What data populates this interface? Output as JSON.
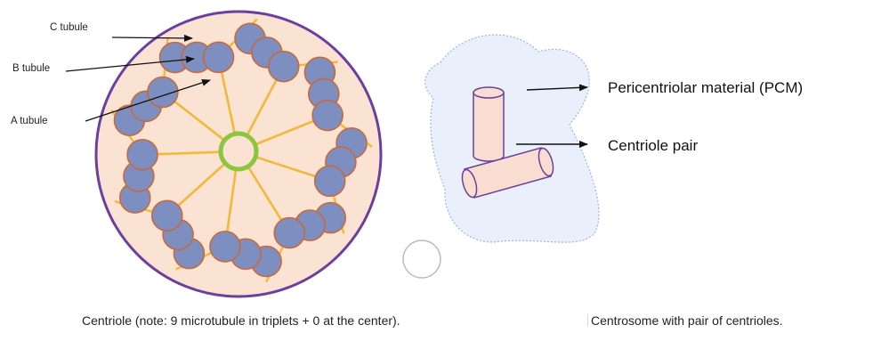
{
  "centriole_labels": {
    "c_tubule": "C tubule",
    "b_tubule": "B tubule",
    "a_tubule": "A tubule"
  },
  "centrosome_labels": {
    "pcm": "Pericentriolar material (PCM)",
    "centriole_pair": "Centriole pair"
  },
  "captions": {
    "centriole": "Centriole (note: 9 microtubule in triplets + 0 at the center).",
    "centrosome": "Centrosome with pair of centrioles."
  },
  "colors": {
    "outer_ring": "#6b3f9e",
    "cytoplasm": "#fbe3d3",
    "tubule_fill": "#7d8fc0",
    "tubule_stroke": "#c8693c",
    "spoke": "#f2b83a",
    "hub": "#8cc63f",
    "pcm_fill": "#e9f0fb",
    "pcm_stroke": "#9eb6dc",
    "cylinder_fill": "#f8ddd0",
    "cylinder_stroke": "#6b3f9e"
  }
}
